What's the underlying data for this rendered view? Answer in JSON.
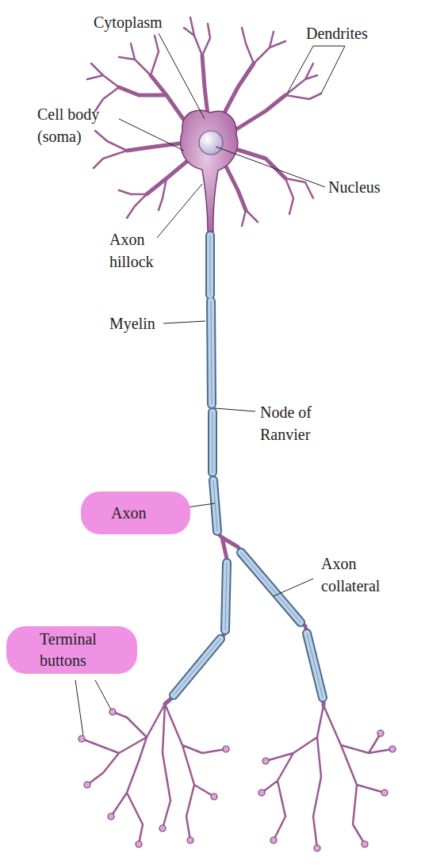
{
  "diagram": {
    "nodes": [
      {
        "text": [
          "Axon"
        ]
      },
      {
        "text": [
          "Terminal buttons"
        ]
      }
    ],
    "labels": [
      "Cytoplasm",
      "Dendrites",
      "Cell body (soma)",
      "Nucleus",
      "Axon hillock",
      "Myelin",
      "Node of Ranvier",
      "Axon collateral"
    ]
  }
}
